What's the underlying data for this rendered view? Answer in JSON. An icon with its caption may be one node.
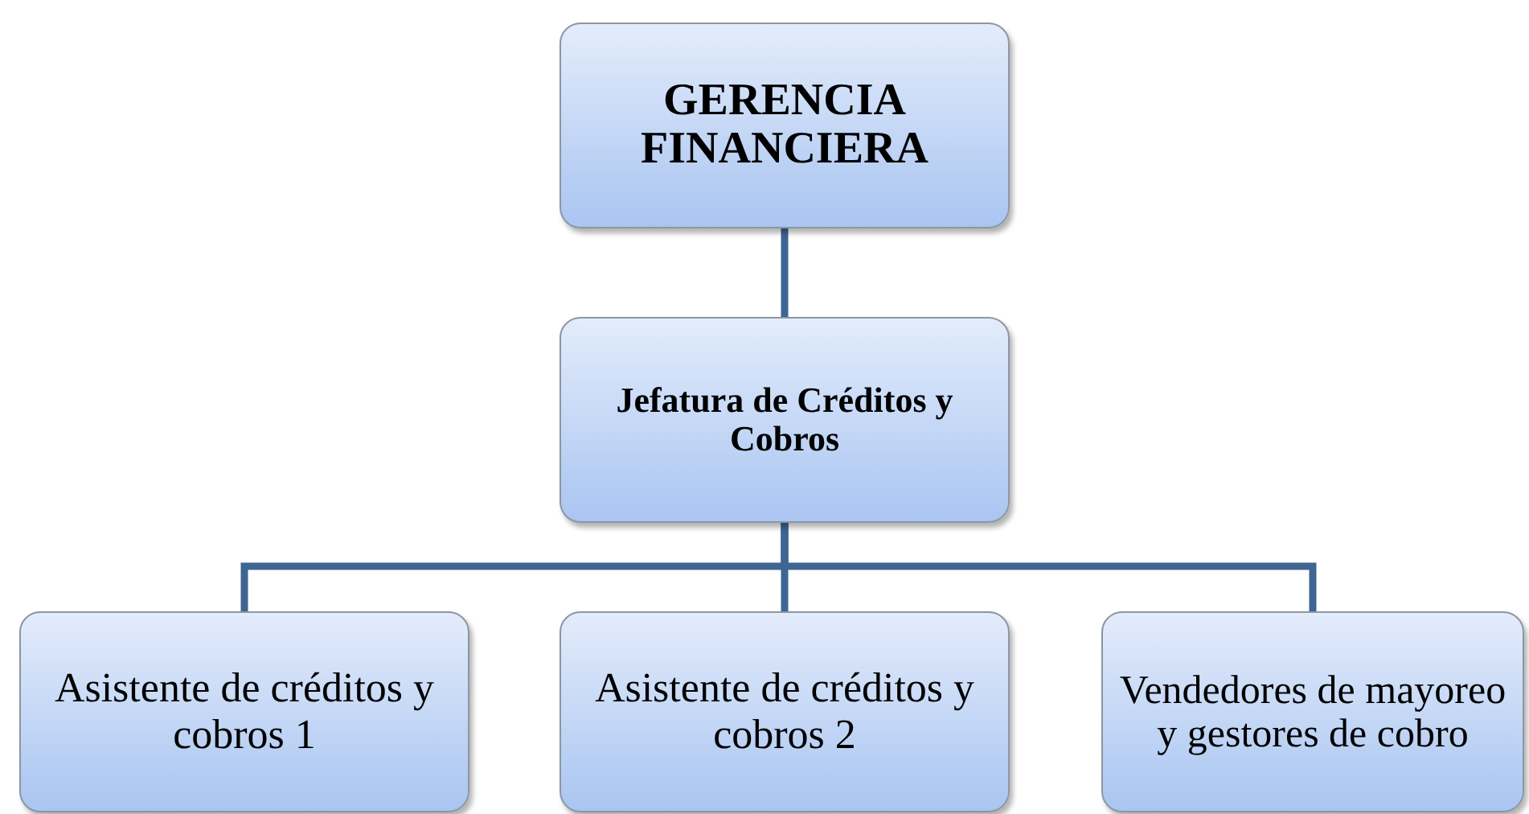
{
  "diagram": {
    "nodes": [
      {
        "text": [
          "GERENCIA FINANCIERA"
        ]
      },
      {
        "text": [
          "Jefatura de Créditos y Cobros"
        ]
      },
      {
        "text": [
          "Asistente de créditos y cobros 1"
        ]
      },
      {
        "text": [
          "Asistente de créditos y cobros 2"
        ]
      },
      {
        "text": [
          "Vendedores de mayoreo y gestores de cobro"
        ]
      }
    ],
    "edges": [
      {
        "from": 0,
        "to": 1,
        "arrow": "none"
      },
      {
        "from": 1,
        "to": 2,
        "arrow": "none"
      },
      {
        "from": 1,
        "to": 3,
        "arrow": "none"
      },
      {
        "from": 1,
        "to": 4,
        "arrow": "none"
      }
    ]
  }
}
